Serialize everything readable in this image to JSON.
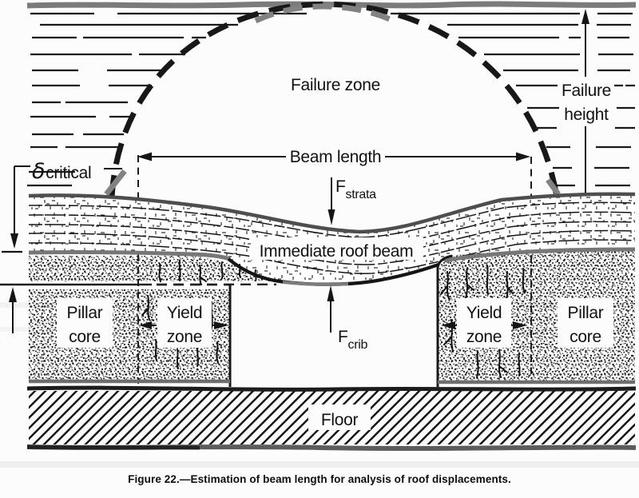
{
  "colors": {
    "ink": "#161616",
    "gray_line": "#7b7b7b",
    "background": "#fcfcfc"
  },
  "diagram": {
    "failure_zone": "Failure zone",
    "failure_height": {
      "line1": "Failure",
      "line2": "height"
    },
    "beam_length": "Beam length",
    "delta_critical": {
      "symbol": "δ",
      "word": "critical"
    },
    "forces": {
      "strata": {
        "base": "F",
        "sub": "strata"
      },
      "crib": {
        "base": "F",
        "sub": "crib"
      }
    },
    "roof_beam": "Immediate roof beam",
    "left_pillar": {
      "core": {
        "line1": "Pillar",
        "line2": "core"
      },
      "yield": {
        "line1": "Yield",
        "line2": "zone"
      }
    },
    "right_pillar": {
      "yield": {
        "line1": "Yield",
        "line2": "zone"
      },
      "core": {
        "line1": "Pillar",
        "line2": "core"
      }
    },
    "floor": "Floor"
  },
  "caption": "Figure 22.—Estimation of beam length for analysis of roof displacements."
}
